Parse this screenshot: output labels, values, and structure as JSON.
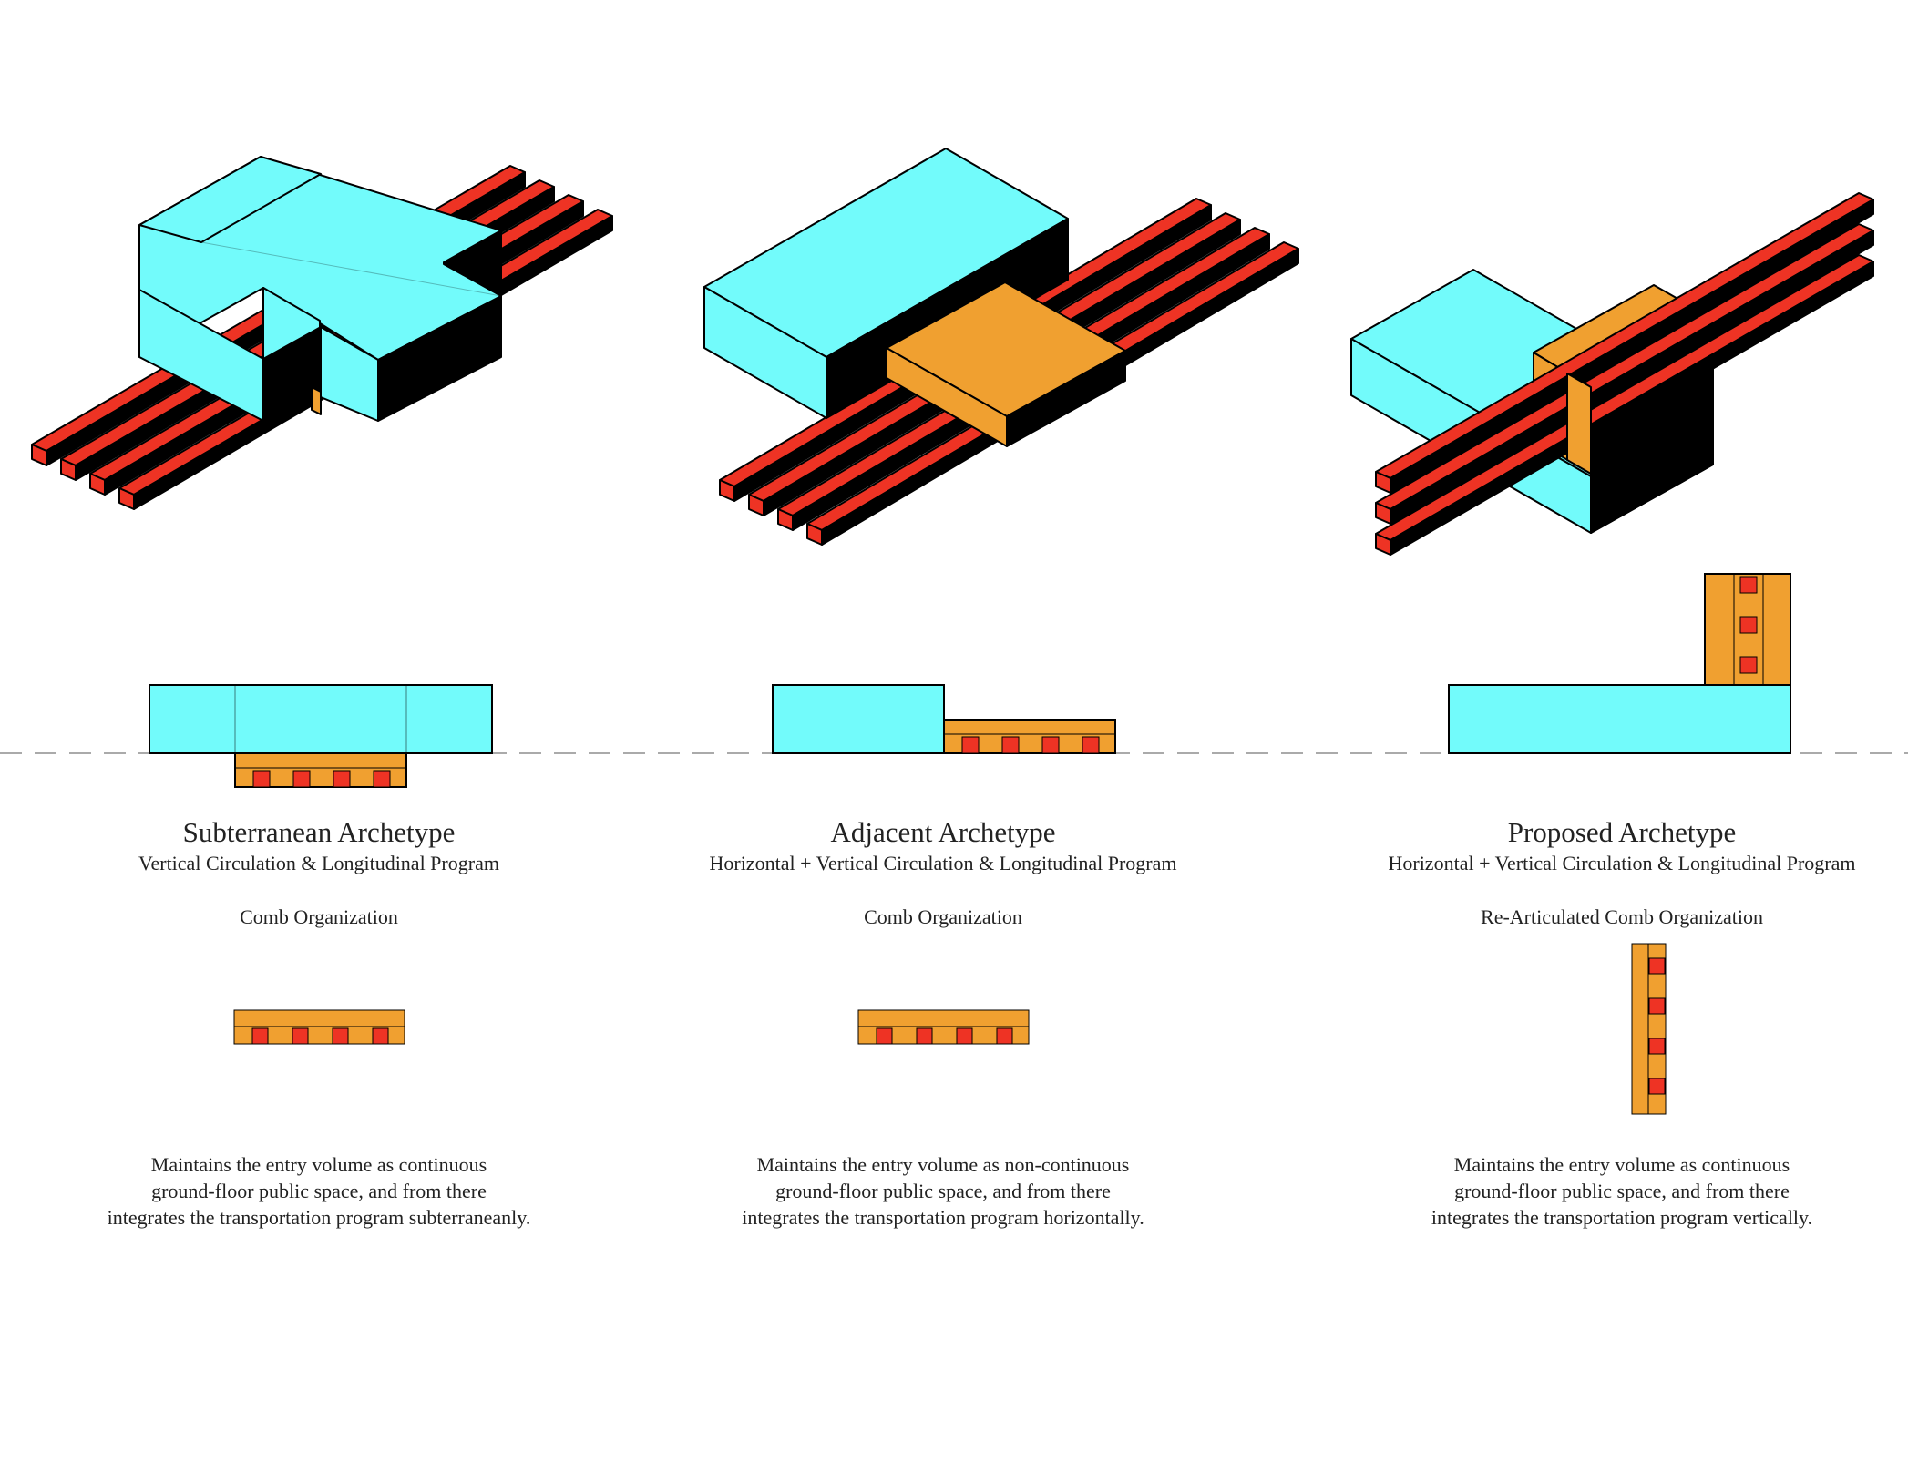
{
  "colors": {
    "volume": "#72fbfb",
    "transport": "#f0a030",
    "rail": "#ee3324",
    "stroke": "#000000",
    "ground_line": "#aaaaaa"
  },
  "archetypes": [
    {
      "title": "Subterranean Archetype",
      "subtitle": "Vertical Circulation & Longitudinal Program",
      "organization": "Comb Organization",
      "description": [
        "Maintains the entry volume as continuous",
        "ground-floor public space, and from there",
        "integrates the transportation program subterraneanly."
      ]
    },
    {
      "title": "Adjacent Archetype",
      "subtitle": "Horizontal + Vertical Circulation & Longitudinal Program",
      "organization": "Comb Organization",
      "description": [
        "Maintains the entry volume as non-continuous",
        "ground-floor public space, and from there",
        "integrates the transportation program horizontally."
      ]
    },
    {
      "title": "Proposed Archetype",
      "subtitle": "Horizontal + Vertical Circulation & Longitudinal Program",
      "organization": "Re-Articulated Comb Organization",
      "description": [
        "Maintains the entry volume as continuous",
        "ground-floor public space, and from there",
        "integrates the transportation program vertically."
      ]
    }
  ]
}
